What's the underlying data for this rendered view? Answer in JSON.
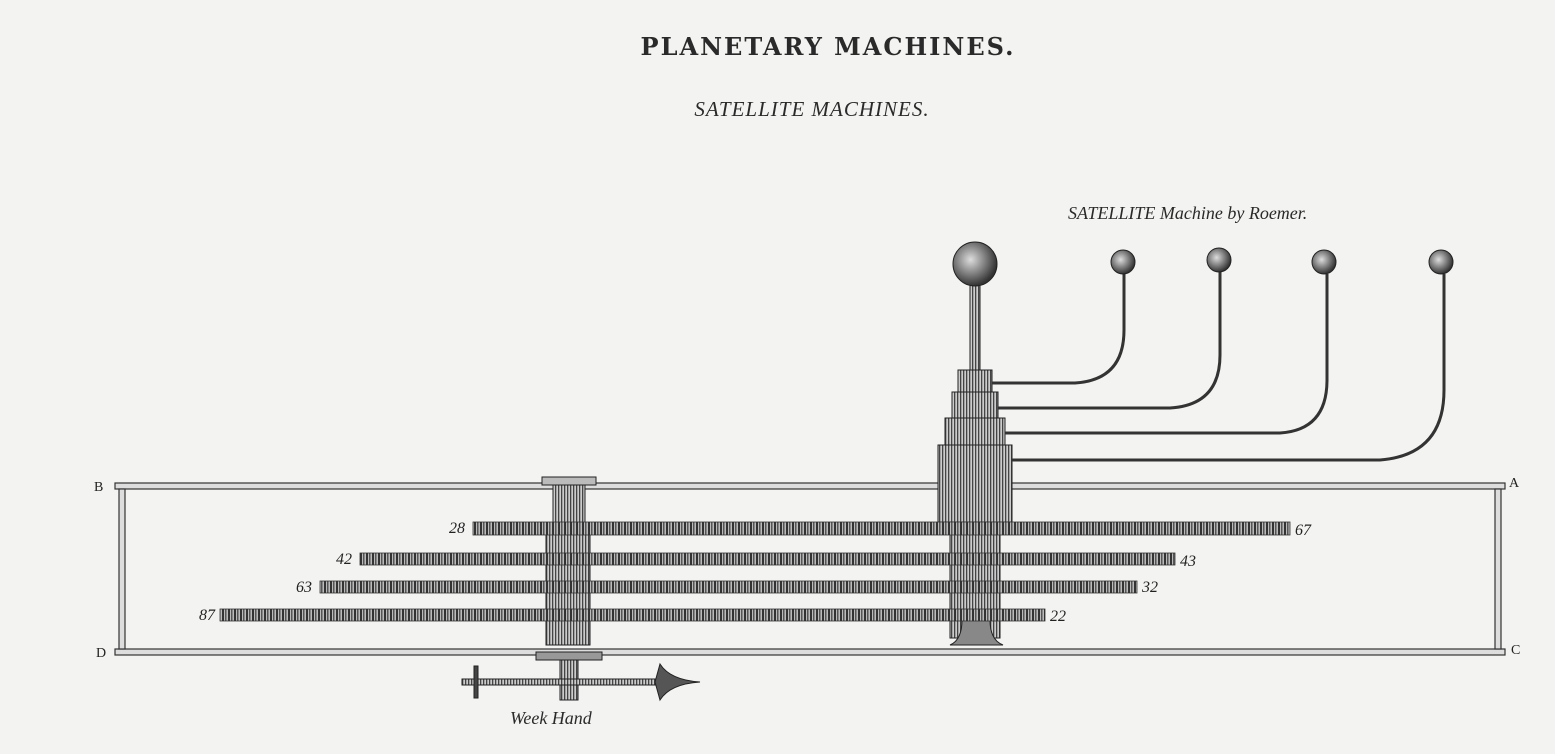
{
  "title": "PLANETARY MACHINES.",
  "subtitle": "SATELLITE MACHINES.",
  "caption": "SATELLITE Machine by Roemer.",
  "corner_labels": {
    "a": "A",
    "b": "B",
    "c": "C",
    "d": "D"
  },
  "gear_labels": {
    "left": [
      "28",
      "42",
      "63",
      "87"
    ],
    "right": [
      "67",
      "43",
      "32",
      "22"
    ]
  },
  "week_hand_label": "Week Hand",
  "colors": {
    "paper": "#f3f3f1",
    "ink": "#2a2a2a"
  }
}
